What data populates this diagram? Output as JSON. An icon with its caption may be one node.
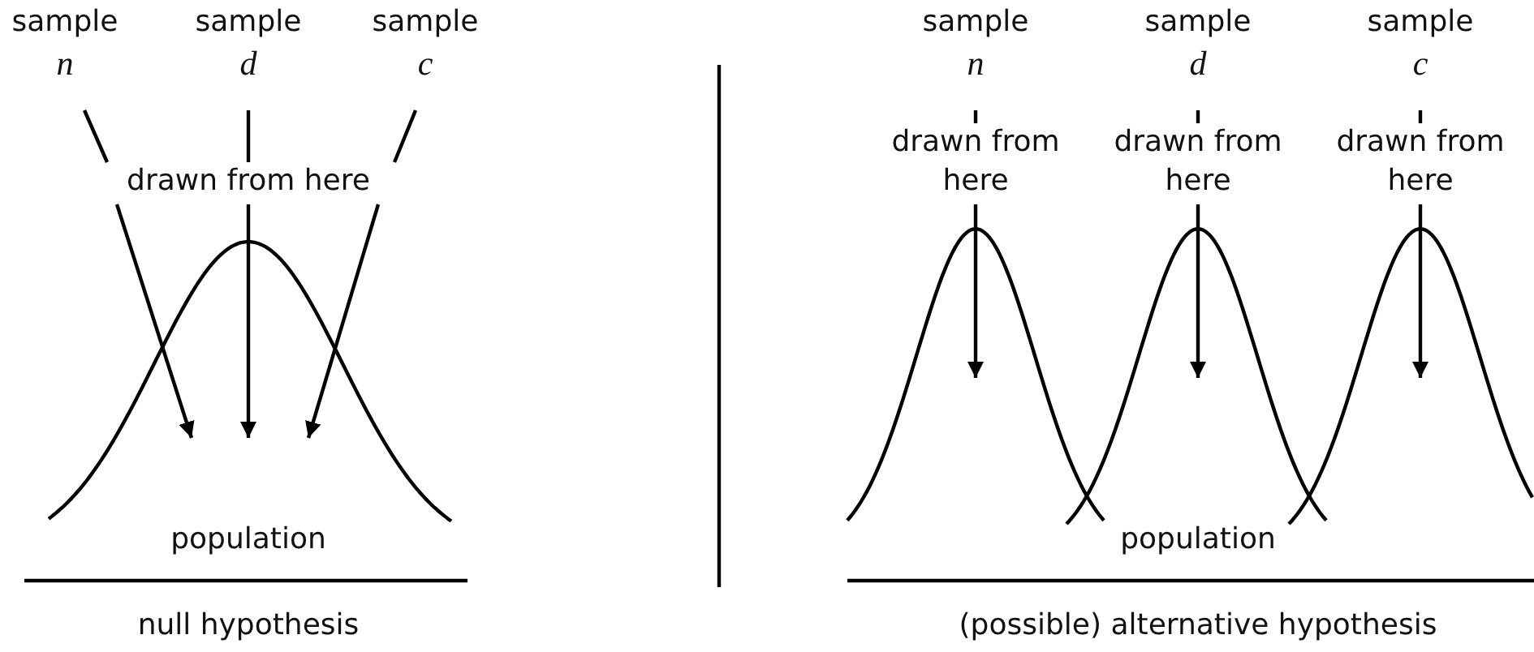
{
  "diagram": {
    "nodes": [
      {
        "text": [
          "sample",
          "n"
        ]
      },
      {
        "text": [
          "sample",
          "d"
        ]
      },
      {
        "text": [
          "sample",
          "c"
        ]
      },
      {
        "text": [
          "drawn from here"
        ]
      },
      {
        "text": [
          "sample",
          "n"
        ]
      },
      {
        "text": [
          "sample",
          "d"
        ]
      },
      {
        "text": [
          "sample",
          "c"
        ]
      },
      {
        "text": [
          "drawn from here"
        ]
      },
      {
        "text": [
          "drawn from here"
        ]
      },
      {
        "text": [
          "drawn from here"
        ]
      }
    ],
    "edges": [
      {
        "from": 0,
        "to": 3,
        "arrow": "none"
      },
      {
        "from": 1,
        "to": 3,
        "arrow": "none"
      },
      {
        "from": 2,
        "to": 3,
        "arrow": "none"
      },
      {
        "from": 3,
        "to": null,
        "arrow": "to"
      },
      {
        "from": 3,
        "to": null,
        "arrow": "to"
      },
      {
        "from": 3,
        "to": null,
        "arrow": "to"
      },
      {
        "from": 4,
        "to": 7,
        "arrow": "none"
      },
      {
        "from": 5,
        "to": 8,
        "arrow": "none"
      },
      {
        "from": 6,
        "to": 9,
        "arrow": "none"
      },
      {
        "from": 7,
        "to": null,
        "arrow": "to"
      },
      {
        "from": 8,
        "to": null,
        "arrow": "to"
      },
      {
        "from": 9,
        "to": null,
        "arrow": "to"
      }
    ],
    "labels": [
      "population",
      "null hypothesis",
      "population",
      "(possible) alternative hypothesis"
    ]
  }
}
